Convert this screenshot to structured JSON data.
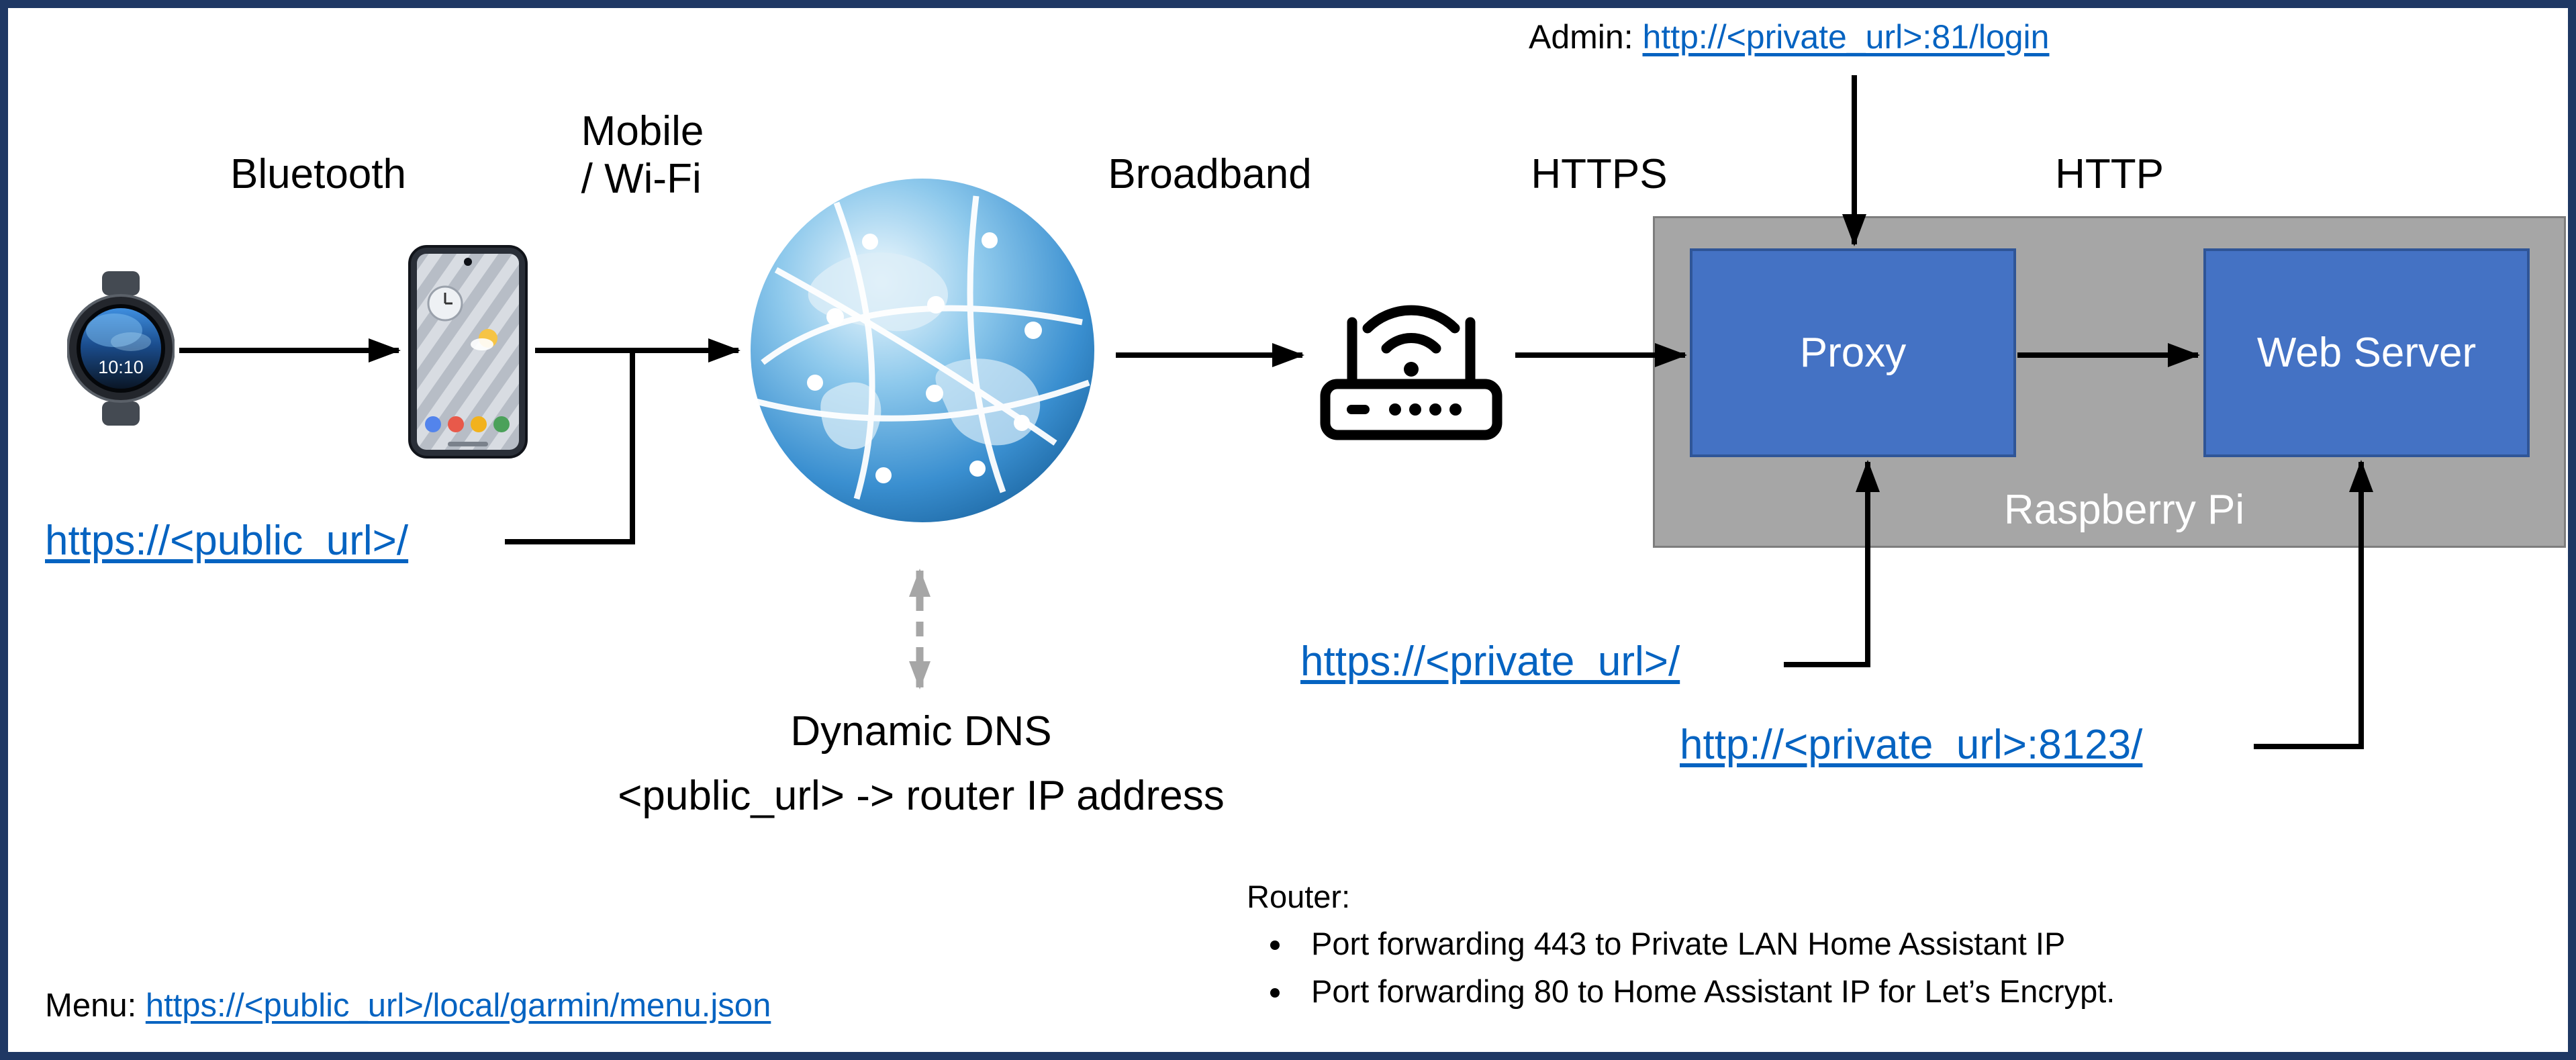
{
  "labels": {
    "bluetooth": "Bluetooth",
    "mobile_wifi": "Mobile\n/ Wi-Fi",
    "broadband": "Broadband",
    "https": "HTTPS",
    "http": "HTTP",
    "dynamic_dns": "Dynamic DNS",
    "dns_mapping": "<public_url> -> router IP address",
    "raspberry_pi": "Raspberry Pi"
  },
  "nodes": {
    "proxy": "Proxy",
    "web_server": "Web Server"
  },
  "links": {
    "public_url": "https://<public_url>/",
    "admin_prefix": "Admin: ",
    "admin_url": "http://<private_url>:81/login",
    "private_url": "https://<private_url>/",
    "private_url_8123": "http://<private_url>:8123/",
    "menu_prefix": "Menu: ",
    "menu_url": "https://<public_url>/local/garmin/menu.json"
  },
  "notes": {
    "router_title": "Router:",
    "router_bullets": [
      "Port forwarding 443 to Private LAN Home Assistant IP",
      "Port forwarding 80 to Home Assistant IP for Let’s Encrypt."
    ]
  },
  "devices": {
    "watch_time": "10:10"
  },
  "icons": [
    "smartwatch-icon",
    "smartphone-icon",
    "internet-globe-icon",
    "router-icon",
    "wifi-icon"
  ],
  "colors": {
    "border_navy": "#1f3864",
    "link_blue": "#0563c1",
    "box_blue": "#4472c4",
    "box_blue_border": "#2f5597",
    "gray_panel": "#a6a6a6",
    "gray_panel_border": "#7d7d7d",
    "arrow_black": "#000000",
    "dashed_gray": "#a6a6a6"
  }
}
